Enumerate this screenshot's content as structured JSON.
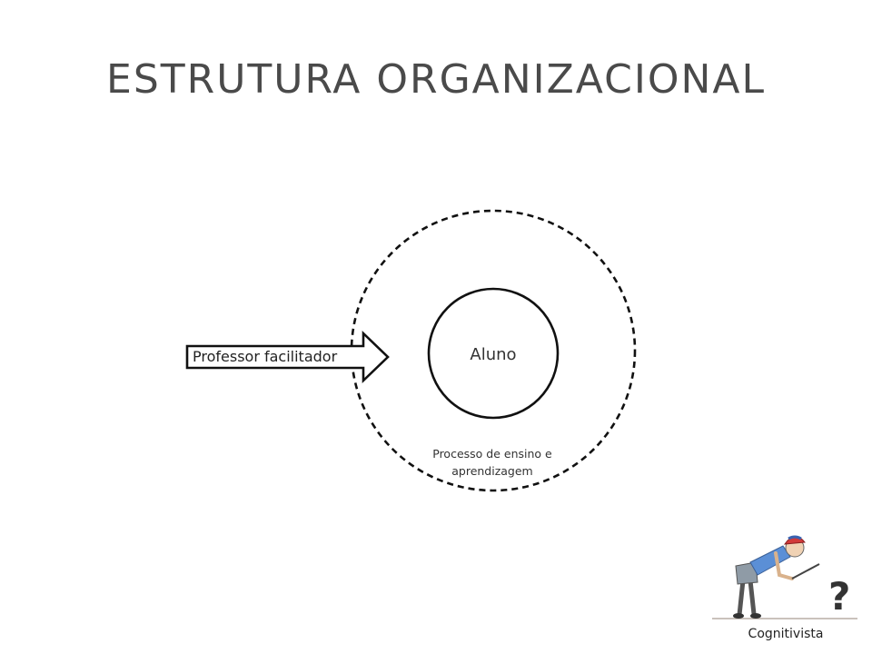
{
  "slide": {
    "title": "ESTRUTURA ORGANIZACIONAL"
  },
  "diagram": {
    "arrow_label": "Professor facilitador",
    "center_label": "Aluno",
    "outer_label_line1": "Processo de ensino e",
    "outer_label_line2": "aprendizagem"
  },
  "figure": {
    "icon": "student-with-question-mark-icon",
    "caption": "Cognitivista"
  },
  "colors": {
    "stroke": "#111111",
    "title": "#4a4a4a",
    "cap": "#d23a3a",
    "shirt": "#5b8fd6"
  }
}
